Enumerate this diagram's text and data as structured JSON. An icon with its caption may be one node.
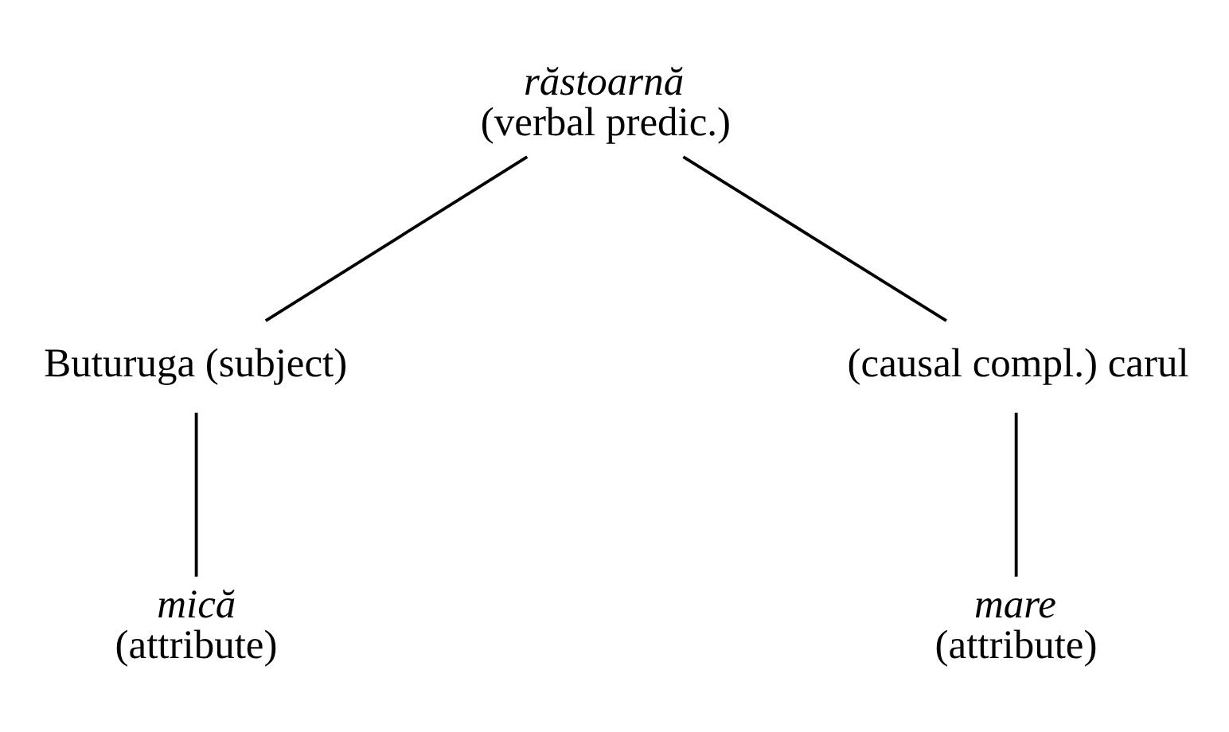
{
  "diagram": {
    "nodes": [
      {
        "text": [
          "răstoarnă",
          "(verbal predic.)"
        ]
      },
      {
        "text": [
          "Buturuga (subject)"
        ]
      },
      {
        "text": [
          "(causal compl.) carul"
        ]
      },
      {
        "text": [
          "mică",
          "(attribute)"
        ]
      },
      {
        "text": [
          "mare",
          "(attribute)"
        ]
      }
    ],
    "edges": [
      {
        "from": 0,
        "to": 1,
        "arrow": "none"
      },
      {
        "from": 0,
        "to": 2,
        "arrow": "none"
      },
      {
        "from": 1,
        "to": 3,
        "arrow": "none"
      },
      {
        "from": 2,
        "to": 4,
        "arrow": "none"
      }
    ]
  }
}
